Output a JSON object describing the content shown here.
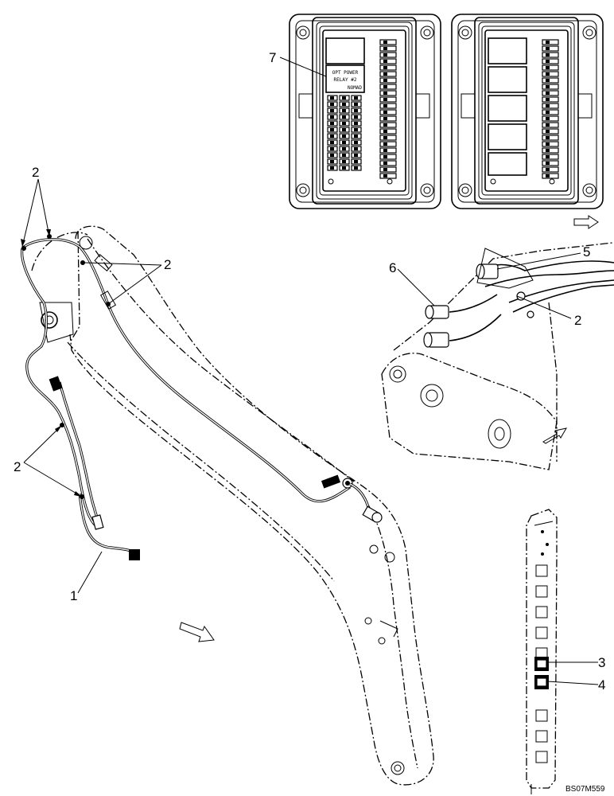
{
  "callouts": {
    "c1": "1",
    "c2a": "2",
    "c2b": "2",
    "c2c": "2",
    "c2d": "2",
    "c3": "3",
    "c4": "4",
    "c5": "5",
    "c6": "6",
    "c7": "7"
  },
  "relay_label": {
    "line1": "OPT POWER",
    "line2": "RELAY #2",
    "brand": "NOMAD"
  },
  "drawing_code": "BS07M559",
  "icons": [
    "direction-arrow-icon"
  ]
}
